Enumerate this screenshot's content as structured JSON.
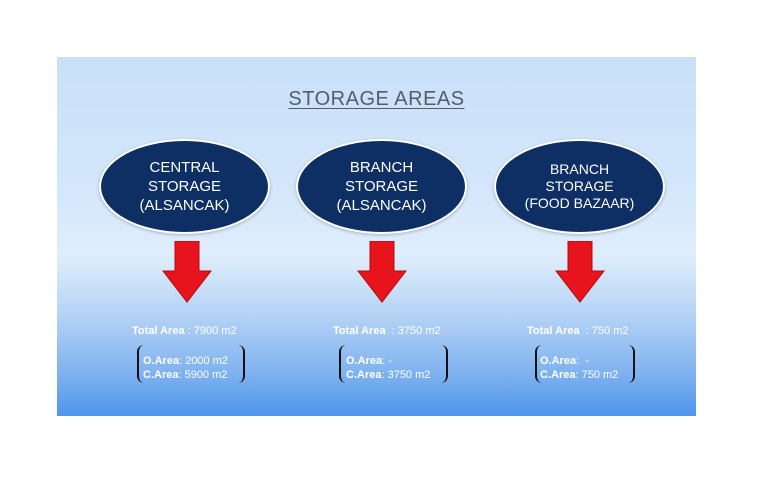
{
  "title": "STORAGE AREAS",
  "nodes": [
    {
      "lines": [
        "CENTRAL",
        "STORAGE",
        "(ALSANCAK)"
      ],
      "total_label": "Total Area",
      "total_value": ": 7900 m2",
      "open_label": "O.Area",
      "open_value": ": 2000 m2",
      "closed_label": "C.Area",
      "closed_value": ": 5900 m2"
    },
    {
      "lines": [
        "BRANCH",
        "STORAGE",
        "(ALSANCAK)"
      ],
      "total_label": "Total Area",
      "total_value": "  : 3750 m2",
      "open_label": "O.Area",
      "open_value": ": -",
      "closed_label": "C.Area",
      "closed_value": ": 3750 m2"
    },
    {
      "lines": [
        "BRANCH",
        "STORAGE",
        "(FOOD BAZAAR)"
      ],
      "total_label": "Total Area",
      "total_value": "  : 750 m2",
      "open_label": "O.Area",
      "open_value": ":  -",
      "closed_label": "C.Area",
      "closed_value": ": 750 m2"
    }
  ],
  "colors": {
    "node_fill": "#0d2f64",
    "arrow": "#e8141c",
    "title": "#555c66"
  },
  "icons": [
    "arrow-down-icon"
  ]
}
